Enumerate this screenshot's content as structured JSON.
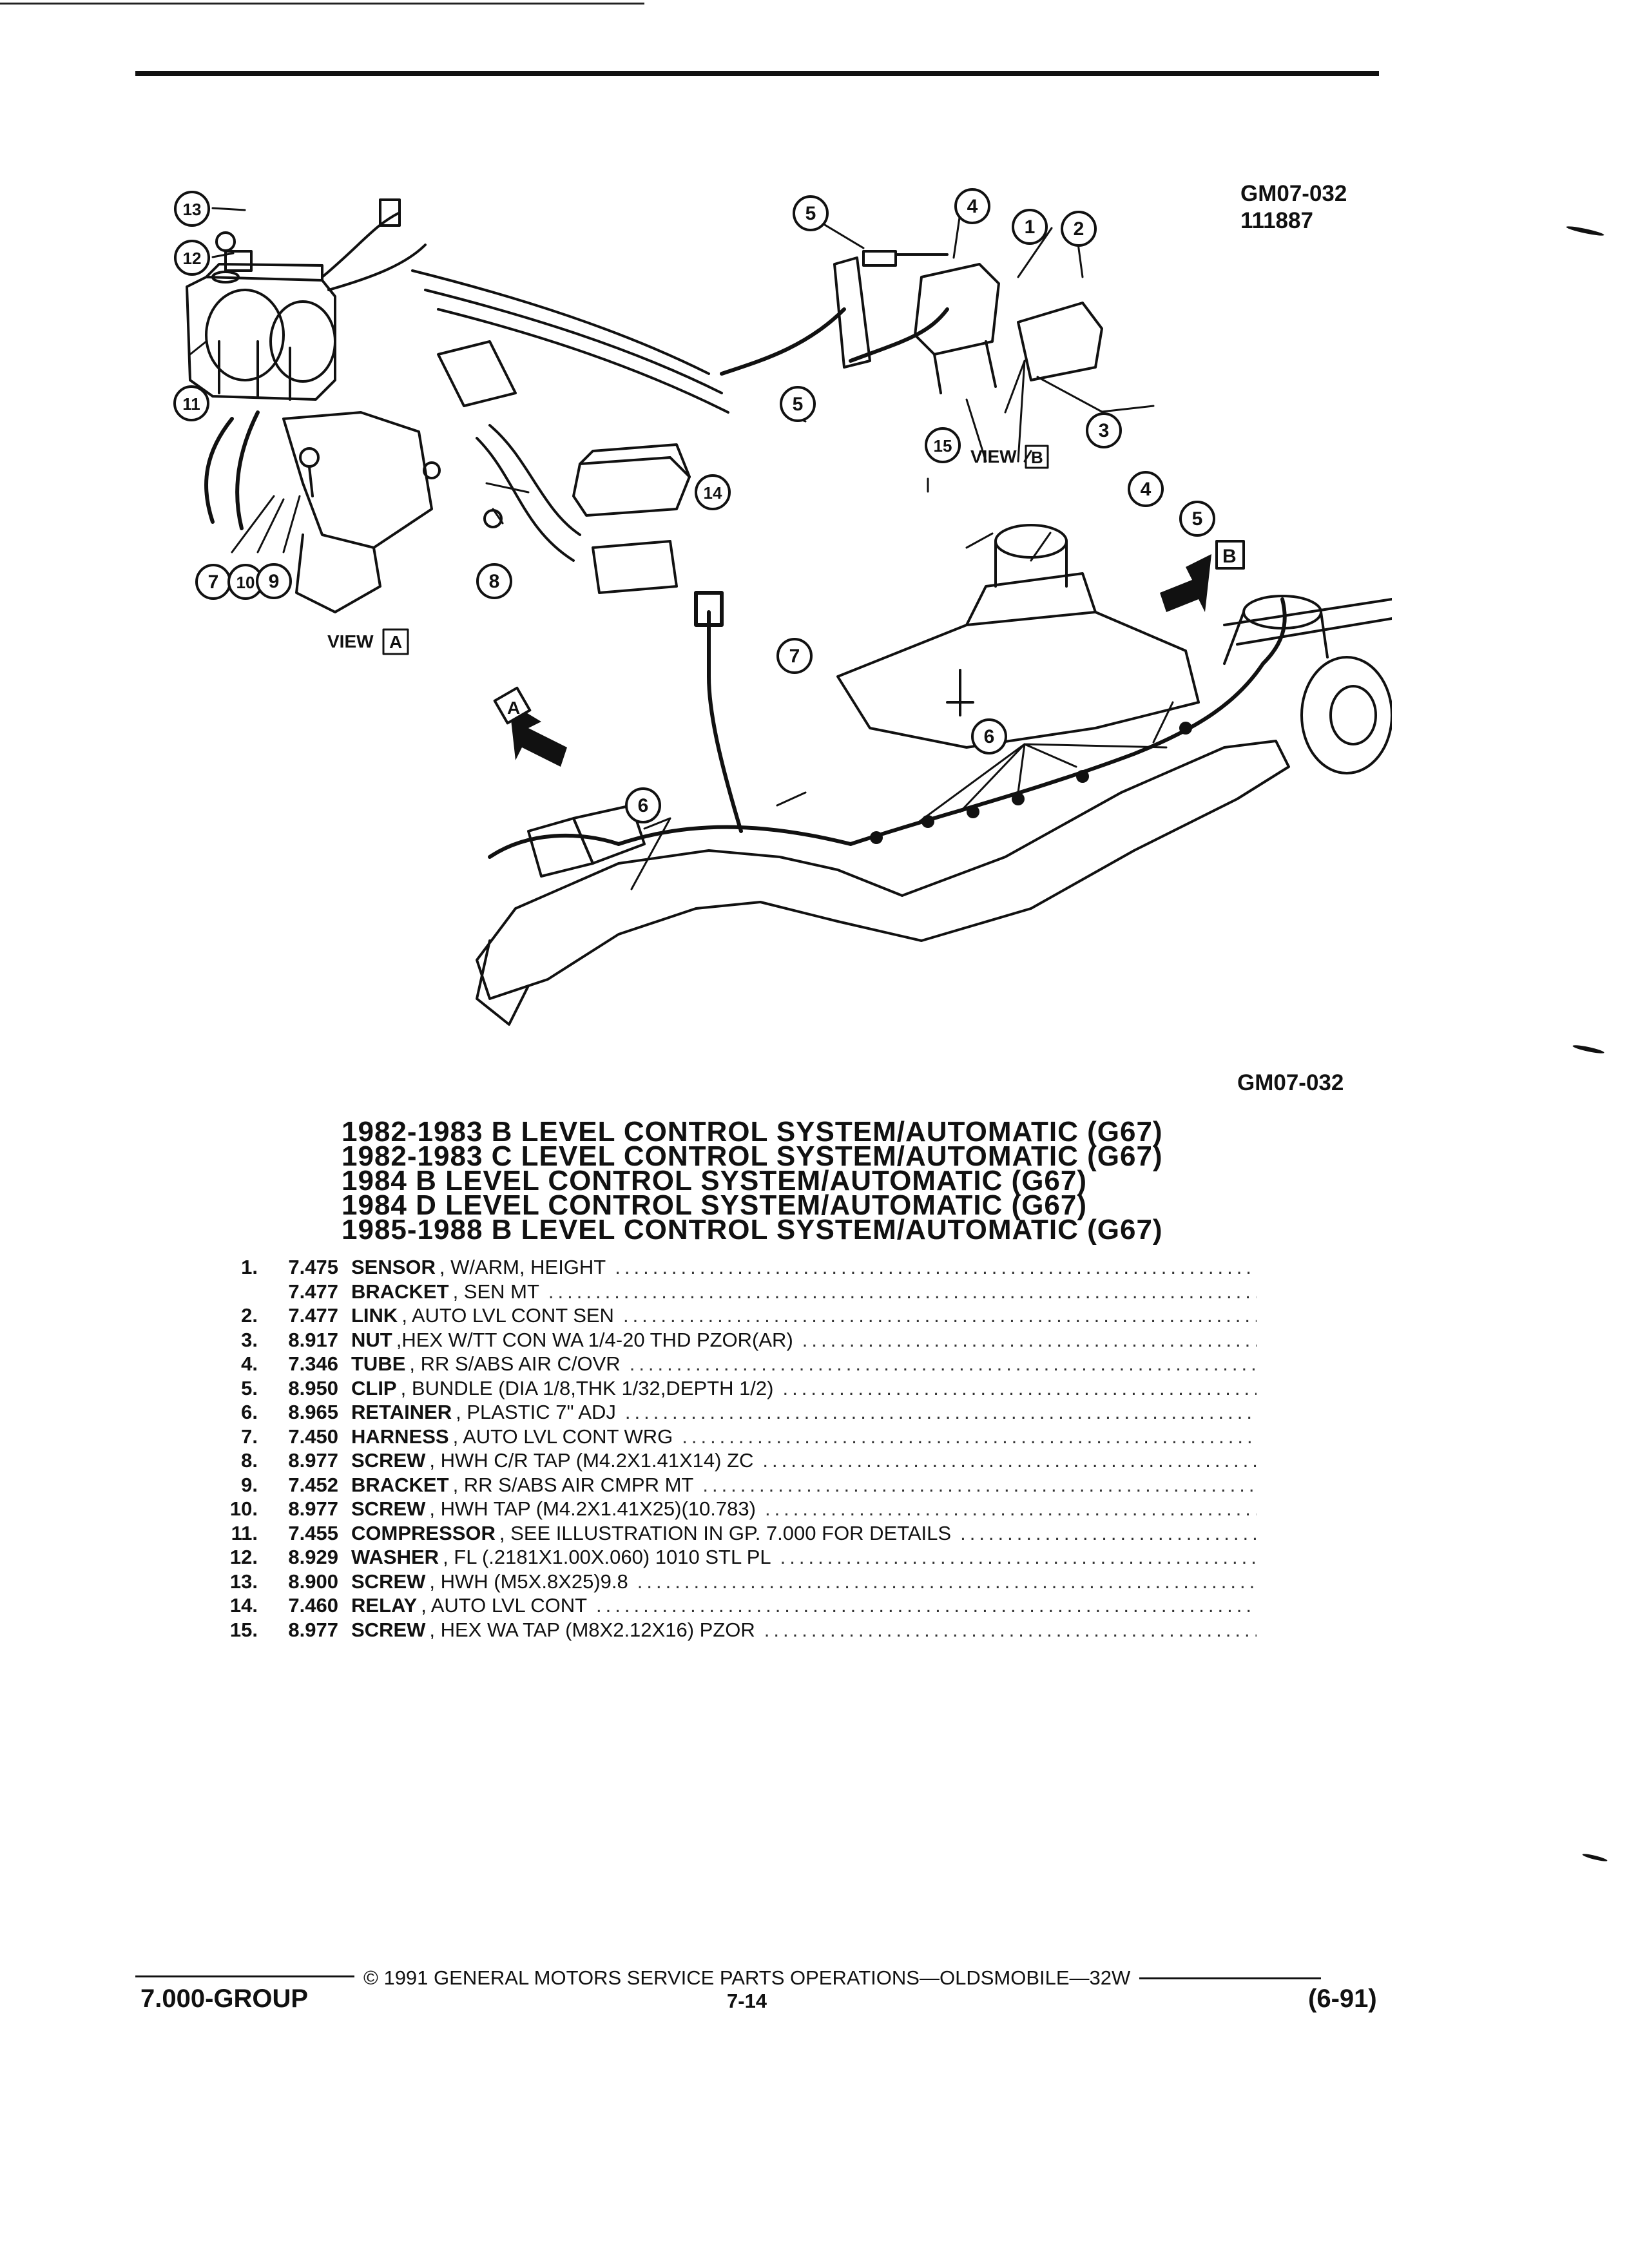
{
  "header": {
    "ref_top": "GM07-032",
    "ref_top_sub": "111887",
    "ref_bottom": "GM07-032"
  },
  "diagram": {
    "callouts": [
      "1",
      "2",
      "3",
      "4",
      "5",
      "6",
      "7",
      "8",
      "9",
      "10",
      "11",
      "12",
      "13",
      "14",
      "15"
    ],
    "view_a_label": "VIEW",
    "view_a_letter": "A",
    "view_b_label": "VIEW",
    "view_b_letter": "B",
    "arrow_a": "A",
    "arrow_b": "B"
  },
  "titles": [
    "1982-1983 B LEVEL CONTROL SYSTEM/AUTOMATIC (G67)",
    "1982-1983 C LEVEL CONTROL SYSTEM/AUTOMATIC (G67)",
    "1984 B LEVEL CONTROL SYSTEM/AUTOMATIC (G67)",
    "1984 D LEVEL CONTROL SYSTEM/AUTOMATIC (G67)",
    "1985-1988 B LEVEL CONTROL SYSTEM/AUTOMATIC (G67)"
  ],
  "parts": [
    {
      "idx": "1.",
      "code": "7.475",
      "name": "SENSOR",
      "desc": ", W/ARM, HEIGHT"
    },
    {
      "idx": "",
      "code": "7.477",
      "name": "BRACKET",
      "desc": ", SEN MT"
    },
    {
      "idx": "2.",
      "code": "7.477",
      "name": "LINK",
      "desc": ", AUTO LVL CONT SEN"
    },
    {
      "idx": "3.",
      "code": "8.917",
      "name": "NUT",
      "desc": ",HEX W/TT CON WA 1/4-20 THD PZOR(AR)"
    },
    {
      "idx": "4.",
      "code": "7.346",
      "name": "TUBE",
      "desc": ", RR S/ABS AIR C/OVR"
    },
    {
      "idx": "5.",
      "code": "8.950",
      "name": "CLIP",
      "desc": ", BUNDLE (DIA 1/8,THK 1/32,DEPTH 1/2)"
    },
    {
      "idx": "6.",
      "code": "8.965",
      "name": "RETAINER",
      "desc": ", PLASTIC 7\" ADJ"
    },
    {
      "idx": "7.",
      "code": "7.450",
      "name": "HARNESS",
      "desc": ", AUTO LVL CONT WRG"
    },
    {
      "idx": "8.",
      "code": "8.977",
      "name": "SCREW",
      "desc": ", HWH C/R TAP (M4.2X1.41X14) ZC"
    },
    {
      "idx": "9.",
      "code": "7.452",
      "name": "BRACKET",
      "desc": ", RR S/ABS AIR CMPR MT"
    },
    {
      "idx": "10.",
      "code": "8.977",
      "name": "SCREW",
      "desc": ", HWH TAP (M4.2X1.41X25)(10.783)"
    },
    {
      "idx": "11.",
      "code": "7.455",
      "name": "COMPRESSOR",
      "desc": ", SEE ILLUSTRATION IN GP. 7.000 FOR DETAILS"
    },
    {
      "idx": "12.",
      "code": "8.929",
      "name": "WASHER",
      "desc": ", FL (.2181X1.00X.060) 1010 STL PL"
    },
    {
      "idx": "13.",
      "code": "8.900",
      "name": "SCREW",
      "desc": ", HWH (M5X.8X25)9.8"
    },
    {
      "idx": "14.",
      "code": "7.460",
      "name": "RELAY",
      "desc": ", AUTO LVL CONT"
    },
    {
      "idx": "15.",
      "code": "8.977",
      "name": "SCREW",
      "desc": ", HEX WA TAP (M8X2.12X16) PZOR"
    }
  ],
  "footer": {
    "copyright": "© 1991 GENERAL MOTORS SERVICE PARTS OPERATIONS—OLDSMOBILE—32W",
    "group": "7.000-GROUP",
    "page": "7-14",
    "date": "(6-91)"
  }
}
